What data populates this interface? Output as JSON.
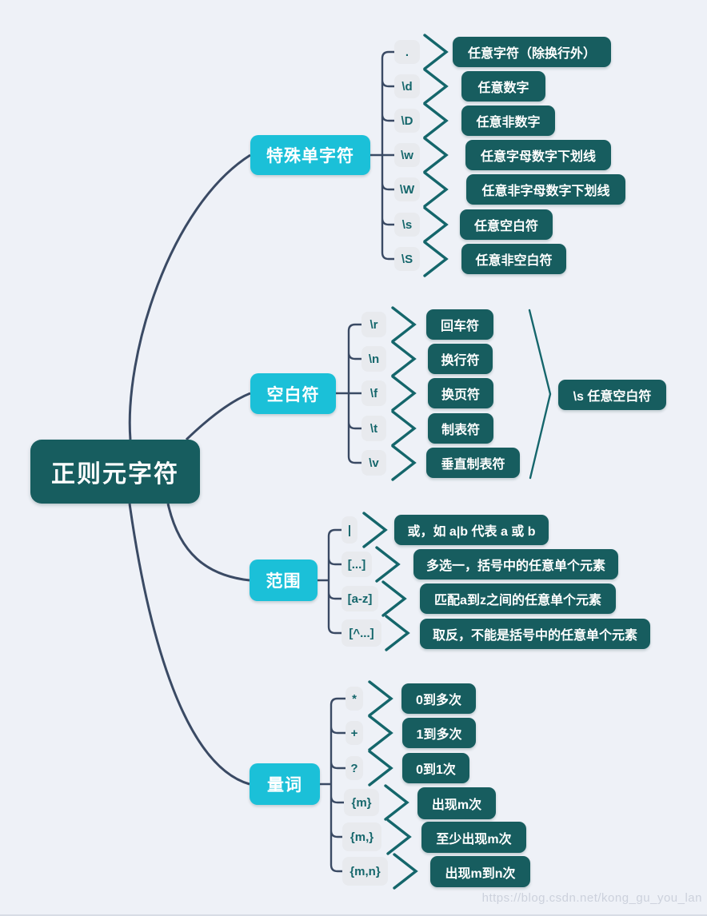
{
  "page": {
    "watermark": "https://blog.csdn.net/kong_gu_you_lan"
  },
  "root": {
    "label": "正则元字符"
  },
  "colors": {
    "background": "#eef1f7",
    "root_bg": "#175d5f",
    "branch_bg": "#1bc0d8",
    "leaf_bg": "#175d5f",
    "symbol_bg": "#e8eaee",
    "symbol_text": "#14666b",
    "connector_line": "#3a4a64",
    "chevron": "#14666b",
    "text_on_dark": "#ffffff"
  },
  "branches": [
    {
      "label": "特殊单字符",
      "children": [
        {
          "symbol": ".",
          "desc": "任意字符（除换行外）"
        },
        {
          "symbol": "\\d",
          "desc": "任意数字"
        },
        {
          "symbol": "\\D",
          "desc": "任意非数字"
        },
        {
          "symbol": "\\w",
          "desc": "任意字母数字下划线"
        },
        {
          "symbol": "\\W",
          "desc": "任意非字母数字下划线"
        },
        {
          "symbol": "\\s",
          "desc": "任意空白符"
        },
        {
          "symbol": "\\S",
          "desc": "任意非空白符"
        }
      ]
    },
    {
      "label": "空白符",
      "children": [
        {
          "symbol": "\\r",
          "desc": "回车符"
        },
        {
          "symbol": "\\n",
          "desc": "换行符"
        },
        {
          "symbol": "\\f",
          "desc": "换页符"
        },
        {
          "symbol": "\\t",
          "desc": "制表符"
        },
        {
          "symbol": "\\v",
          "desc": "垂直制表符"
        }
      ],
      "summary": "\\s 任意空白符"
    },
    {
      "label": "范围",
      "children": [
        {
          "symbol": "|",
          "desc": "或，如 a|b 代表 a 或 b"
        },
        {
          "symbol": "[...]",
          "desc": "多选一，括号中的任意单个元素"
        },
        {
          "symbol": "[a-z]",
          "desc": "匹配a到z之间的任意单个元素"
        },
        {
          "symbol": "[^...]",
          "desc": "取反，不能是括号中的任意单个元素"
        }
      ]
    },
    {
      "label": "量词",
      "children": [
        {
          "symbol": "*",
          "desc": "0到多次"
        },
        {
          "symbol": "+",
          "desc": "1到多次"
        },
        {
          "symbol": "?",
          "desc": "0到1次"
        },
        {
          "symbol": "{m}",
          "desc": "出现m次"
        },
        {
          "symbol": "{m,}",
          "desc": "至少出现m次"
        },
        {
          "symbol": "{m,n}",
          "desc": "出现m到n次"
        }
      ]
    }
  ]
}
